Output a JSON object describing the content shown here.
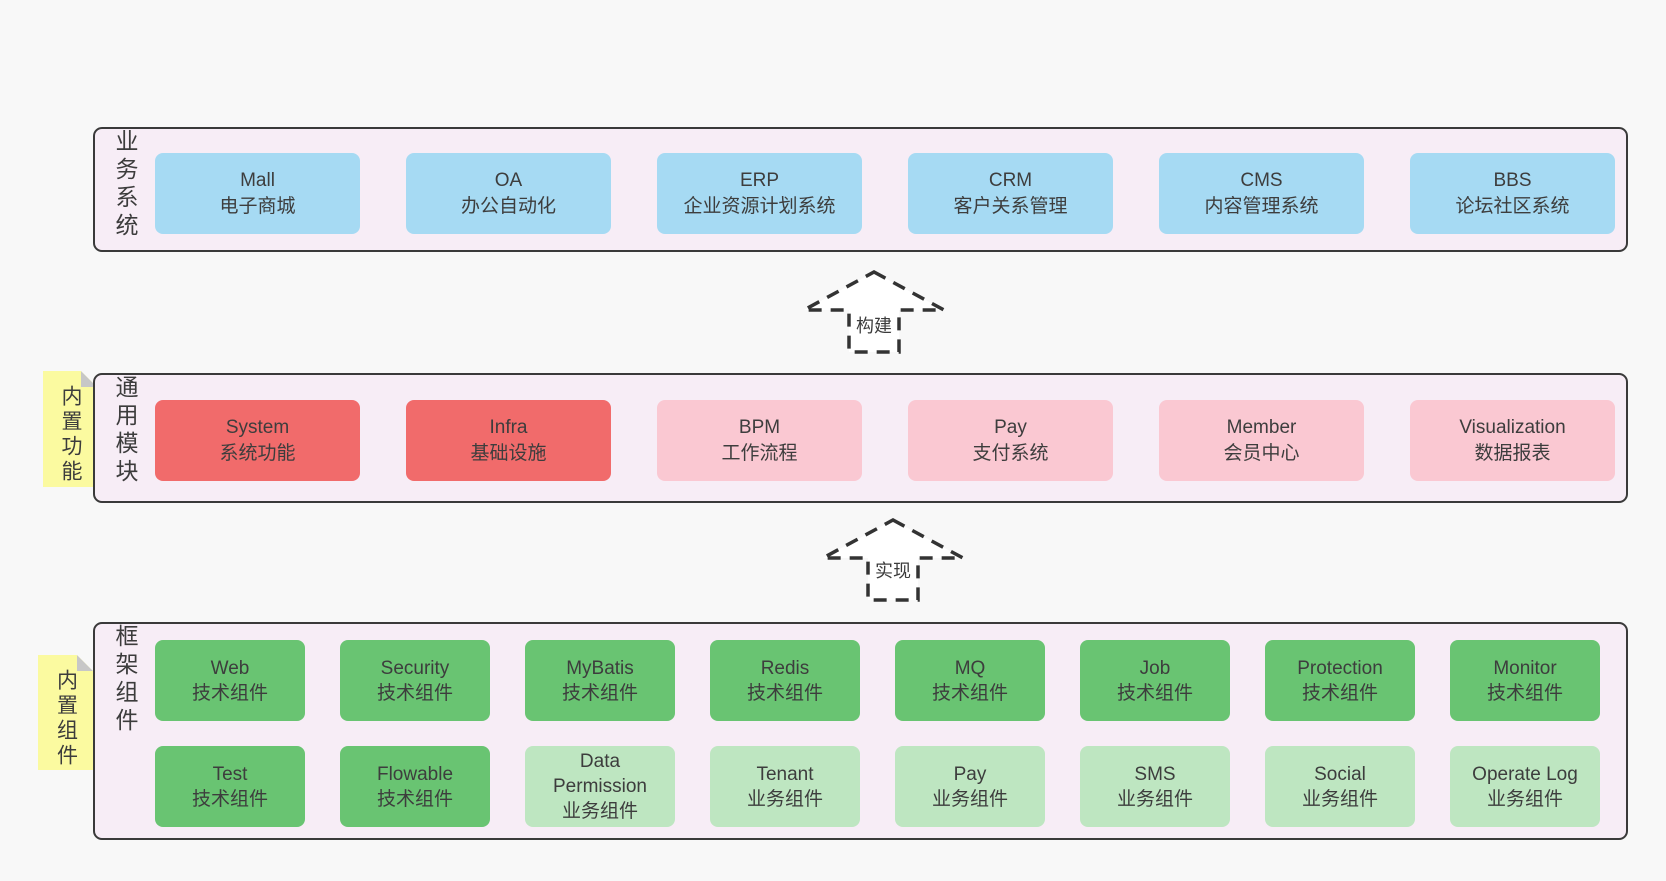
{
  "colors": {
    "page_background": "#f8f8f8",
    "container_fill": "#f7edf6",
    "container_border": "#3a3a3a",
    "business_box": "#a6daf3",
    "core_module_box": "#f16b6b",
    "extension_module_box": "#fac8d2",
    "tech_component_box": "#69c472",
    "biz_component_box": "#bee6c1",
    "sticky_note": "#fbfaa0",
    "sticky_note_fold": "#c7c7c7",
    "arrow_stroke": "#333333",
    "text": "#3d3d3d"
  },
  "arrows": {
    "build": "构建",
    "implement": "实现"
  },
  "layers": {
    "business": {
      "side_label": "业务系统",
      "boxes": [
        {
          "title": "Mall",
          "subtitle": "电子商城"
        },
        {
          "title": "OA",
          "subtitle": "办公自动化"
        },
        {
          "title": "ERP",
          "subtitle": "企业资源计划系统"
        },
        {
          "title": "CRM",
          "subtitle": "客户关系管理"
        },
        {
          "title": "CMS",
          "subtitle": "内容管理系统"
        },
        {
          "title": "BBS",
          "subtitle": "论坛社区系统"
        }
      ]
    },
    "modules": {
      "side_label": "通用模块",
      "note": "内置功能",
      "boxes": [
        {
          "title": "System",
          "subtitle": "系统功能"
        },
        {
          "title": "Infra",
          "subtitle": "基础设施"
        },
        {
          "title": "BPM",
          "subtitle": "工作流程"
        },
        {
          "title": "Pay",
          "subtitle": "支付系统"
        },
        {
          "title": "Member",
          "subtitle": "会员中心"
        },
        {
          "title": "Visualization",
          "subtitle": "数据报表"
        }
      ]
    },
    "framework": {
      "side_label": "框架组件",
      "note": "内置组件",
      "row1": [
        {
          "title": "Web",
          "subtitle": "技术组件"
        },
        {
          "title": "Security",
          "subtitle": "技术组件"
        },
        {
          "title": "MyBatis",
          "subtitle": "技术组件"
        },
        {
          "title": "Redis",
          "subtitle": "技术组件"
        },
        {
          "title": "MQ",
          "subtitle": "技术组件"
        },
        {
          "title": "Job",
          "subtitle": "技术组件"
        },
        {
          "title": "Protection",
          "subtitle": "技术组件"
        },
        {
          "title": "Monitor",
          "subtitle": "技术组件"
        }
      ],
      "row2": [
        {
          "title": "Test",
          "subtitle": "技术组件"
        },
        {
          "title": "Flowable",
          "subtitle": "技术组件"
        },
        {
          "title": "Data Permission",
          "subtitle": "业务组件"
        },
        {
          "title": "Tenant",
          "subtitle": "业务组件"
        },
        {
          "title": "Pay",
          "subtitle": "业务组件"
        },
        {
          "title": "SMS",
          "subtitle": "业务组件"
        },
        {
          "title": "Social",
          "subtitle": "业务组件"
        },
        {
          "title": "Operate Log",
          "subtitle": "业务组件"
        }
      ]
    }
  }
}
